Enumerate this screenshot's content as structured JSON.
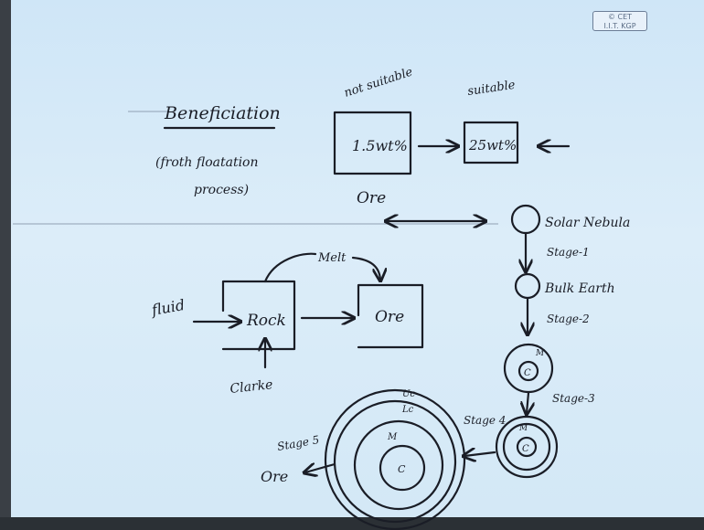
{
  "logo": {
    "line1": "© CET",
    "line2": "I.I.T. KGP"
  },
  "beneficiation": {
    "title": "Beneficiation",
    "subtitle_line1": "(froth floatation",
    "subtitle_line2": "process)"
  },
  "grade_boxes": {
    "not_suitable_label": "not suitable",
    "suitable_label": "suitable",
    "low_grade_value": "1.5wt%",
    "high_grade_value": "25wt%",
    "ore_label": "Ore"
  },
  "earth_stages": {
    "solar_nebula": "Solar Nebula",
    "stage1": "Stage-1",
    "bulk_earth": "Bulk Earth",
    "stage2": "Stage-2",
    "stage3": "Stage-3",
    "stage4": "Stage 4",
    "stage5": "Stage 5",
    "ore": "Ore",
    "core": "C",
    "mantle": "M",
    "lower_crust": "Lc",
    "upper_crust": "Uc"
  },
  "rock_ore": {
    "fluid_label": "fluid",
    "rock_label": "Rock",
    "melt_label": "Melt",
    "ore_label": "Ore",
    "clarke_label": "Clarke"
  }
}
